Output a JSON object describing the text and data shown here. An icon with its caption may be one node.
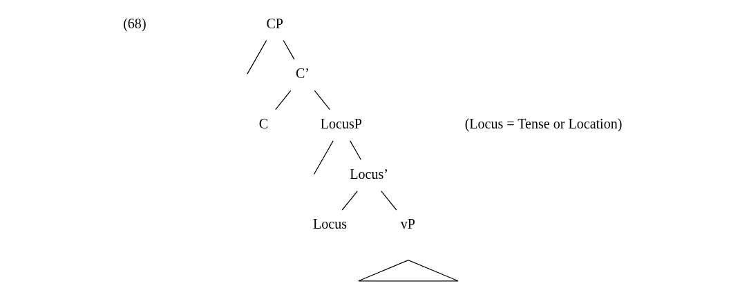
{
  "diagram": {
    "nodes": [
      {
        "text": [
          "CP"
        ]
      },
      {
        "text": [
          "C’"
        ]
      },
      {
        "text": [
          "C"
        ]
      },
      {
        "text": [
          "LocusP"
        ]
      },
      {
        "text": [
          "Locus’"
        ]
      },
      {
        "text": [
          "Locus"
        ]
      },
      {
        "text": [
          "vP"
        ]
      },
      {
        "text": [],
        "shape": "triangle"
      }
    ],
    "edges": [
      {
        "from": 0,
        "to": null,
        "arrow": "none"
      },
      {
        "from": 0,
        "to": 1,
        "arrow": "none"
      },
      {
        "from": 1,
        "to": 2,
        "arrow": "none"
      },
      {
        "from": 1,
        "to": 3,
        "arrow": "none"
      },
      {
        "from": 3,
        "to": null,
        "arrow": "none"
      },
      {
        "from": 3,
        "to": 4,
        "arrow": "none"
      },
      {
        "from": 4,
        "to": 5,
        "arrow": "none"
      },
      {
        "from": 4,
        "to": 6,
        "arrow": "none"
      }
    ],
    "labels": [
      "(68)",
      "(Locus = Tense or Location)"
    ]
  }
}
